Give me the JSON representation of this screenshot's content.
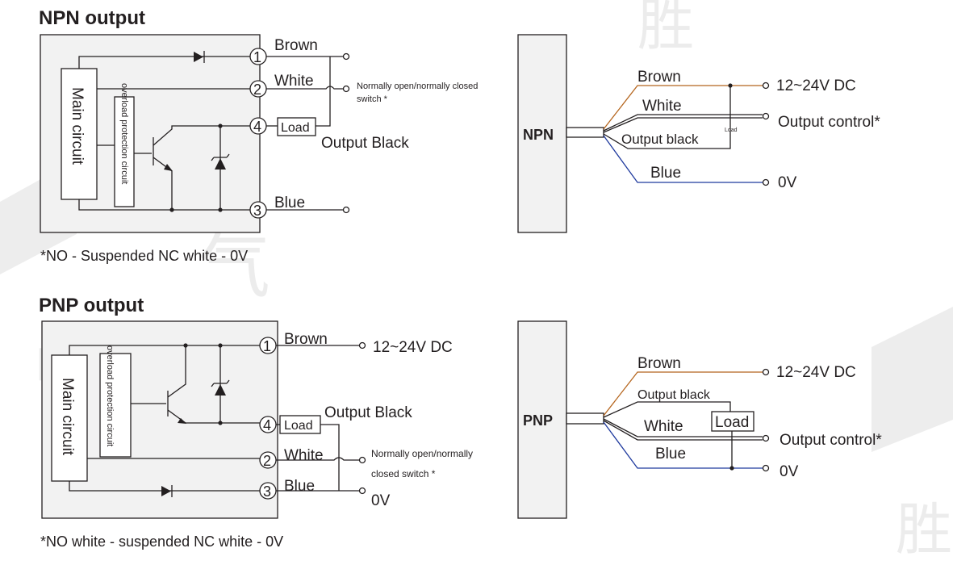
{
  "npn": {
    "title": "NPN  output",
    "main_circuit": "Main circuit",
    "protection": "overload protection circuit",
    "pins": {
      "p1": "1",
      "p2": "2",
      "p3": "3",
      "p4": "4"
    },
    "wire_brown": "Brown",
    "wire_white": "White",
    "wire_blue": "Blue",
    "load": "Load",
    "output_black": "Output Black",
    "switch_note_1": "Normally open/normally closed",
    "switch_note_2": "switch *",
    "footnote": "*NO - Suspended NC white - 0V",
    "wiring": {
      "label": "NPN",
      "brown": "Brown",
      "white": "White",
      "output_black": "Output black",
      "load_small": "Load",
      "blue": "Blue",
      "supply": "12~24V DC",
      "output_control": "Output control*",
      "zero_v": "0V",
      "colors": {
        "brown": "#b5651d",
        "blue": "#1f3a9e",
        "black": "#231f20"
      }
    }
  },
  "pnp": {
    "title": "PNP output",
    "main_circuit": "Main circuit",
    "protection": "overload protection circuit",
    "pins": {
      "p1": "1",
      "p2": "2",
      "p3": "3",
      "p4": "4"
    },
    "wire_brown": "Brown",
    "wire_white": "White",
    "wire_blue": "Blue",
    "load": "Load",
    "output_black": "Output Black",
    "supply": "12~24V DC",
    "zero_v": "0V",
    "switch_note_1": "Normally open/normally",
    "switch_note_2": "closed switch *",
    "footnote": "*NO white - suspended NC white - 0V",
    "wiring": {
      "label": "PNP",
      "brown": "Brown",
      "output_black": "Output black",
      "white": "White",
      "load": "Load",
      "blue": "Blue",
      "supply": "12~24V DC",
      "output_control": "Output control*",
      "zero_v": "0V",
      "colors": {
        "brown": "#b5651d",
        "blue": "#1f3a9e",
        "black": "#231f20"
      }
    }
  },
  "watermark": {
    "chars": [
      "胜",
      "气",
      "电",
      "胜"
    ],
    "color": "#ececec"
  }
}
